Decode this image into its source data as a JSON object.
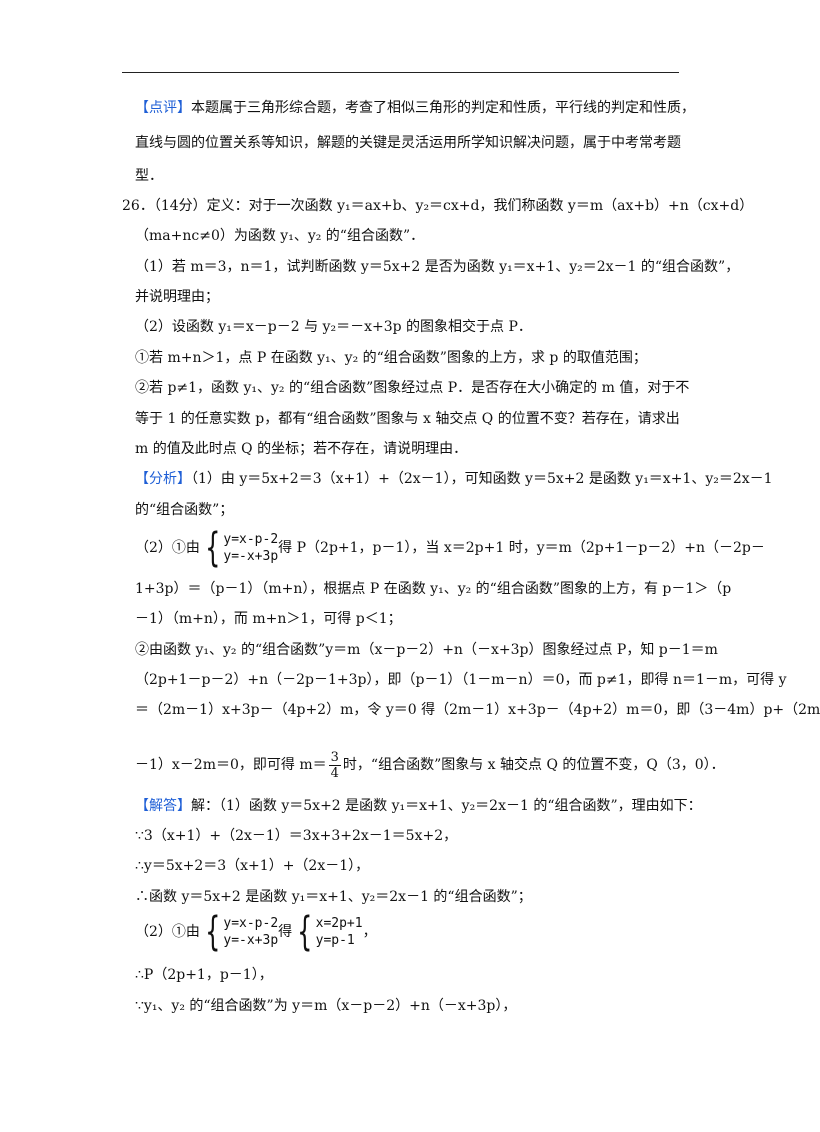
{
  "comment_block": {
    "tag": "【点评】",
    "l1": "本题属于三角形综合题，考查了相似三角形的判定和性质，平行线的判定和性质，",
    "l2": "直线与圆的位置关系等知识，解题的关键是灵活运用所学知识解决问题，属于中考常考题",
    "l3": "型．"
  },
  "problem": {
    "l1": "26．（14分）定义：对于一次函数 y₁＝ax+b、y₂＝cx+d，我们称函数 y＝m（ax+b）+n（cx+d）",
    "l2": "（ma+nc≠0）为函数 y₁、y₂ 的“组合函数”．",
    "l3": "（1）若 m＝3，n＝1，试判断函数 y＝5x+2 是否为函数 y₁＝x+1、y₂＝2x－1 的“组合函数”，",
    "l4": "并说明理由；",
    "l5": "（2）设函数 y₁＝x－p－2 与 y₂＝－x+3p 的图象相交于点 P．",
    "l6": "①若 m+n＞1，点 P 在函数 y₁、y₂ 的“组合函数”图象的上方，求 p 的取值范围；",
    "l7": "②若 p≠1，函数 y₁、y₂ 的“组合函数”图象经过点 P．是否存在大小确定的 m 值，对于不",
    "l8": "等于 1 的任意实数 p，都有“组合函数”图象与 x 轴交点 Q 的位置不变？若存在，请求出",
    "l9": "m 的值及此时点 Q 的坐标；若不存在，请说明理由．"
  },
  "analysis": {
    "tag": "【分析】",
    "l1": "（1）由 y＝5x+2＝3（x+1）+（2x－1），可知函数 y＝5x+2 是函数 y₁＝x+1、y₂＝2x－1",
    "l2": "的“组合函数”；",
    "l3_pre": "（2）①由",
    "sys_a1": "y=x-p-2",
    "sys_a2": "y=-x+3p",
    "l3_post": "得 P（2p+1，p－1），当 x＝2p+1 时，y＝m（2p+1－p－2）+n（－2p－",
    "l4": "1+3p）＝（p－1）（m+n），根据点 P 在函数 y₁、y₂ 的“组合函数”图象的上方，有 p－1＞（p",
    "l5": "－1）（m+n），而 m+n＞1，可得 p＜1；",
    "l6": "②由函数 y₁、y₂ 的“组合函数”y＝m（x－p－2）+n（－x+3p）图象经过点 P，知 p－1＝m",
    "l7": "（2p+1－p－2）+n（－2p－1+3p），即（p－1）（1－m－n）＝0，而 p≠1，即得 n＝1－m，可得 y",
    "l8": "＝（2m－1）x+3p－（4p+2）m，令 y＝0 得（2m－1）x+3p－（4p+2）m＝0，即（3－4m）p+（2m",
    "l9_pre": "－1）x－2m＝0，即可得 m＝",
    "frac_num": "3",
    "frac_den": "4",
    "l9_post": "时，“组合函数”图象与 x 轴交点 Q 的位置不变，Q（3，0）．"
  },
  "solution": {
    "tag": "【解答】",
    "l1": "解：（1）函数 y＝5x+2 是函数 y₁＝x+1、y₂＝2x－1 的“组合函数”，理由如下：",
    "l2": "∵3（x+1）+（2x－1）＝3x+3+2x－1＝5x+2，",
    "l3": "∴y＝5x+2＝3（x+1）+（2x－1），",
    "l4": "∴函数 y＝5x+2 是函数 y₁＝x+1、y₂＝2x－1 的“组合函数”；",
    "l5_pre": "（2）①由",
    "sys_b1": "y=x-p-2",
    "sys_b2": "y=-x+3p",
    "l5_mid": "得",
    "sys_c1": "x=2p+1",
    "sys_c2": "y=p-1",
    "l5_post": "，",
    "l6": "∴P（2p+1，p－1），",
    "l7": "∵y₁、y₂ 的“组合函数”为 y＝m（x－p－2）+n（－x+3p），"
  }
}
